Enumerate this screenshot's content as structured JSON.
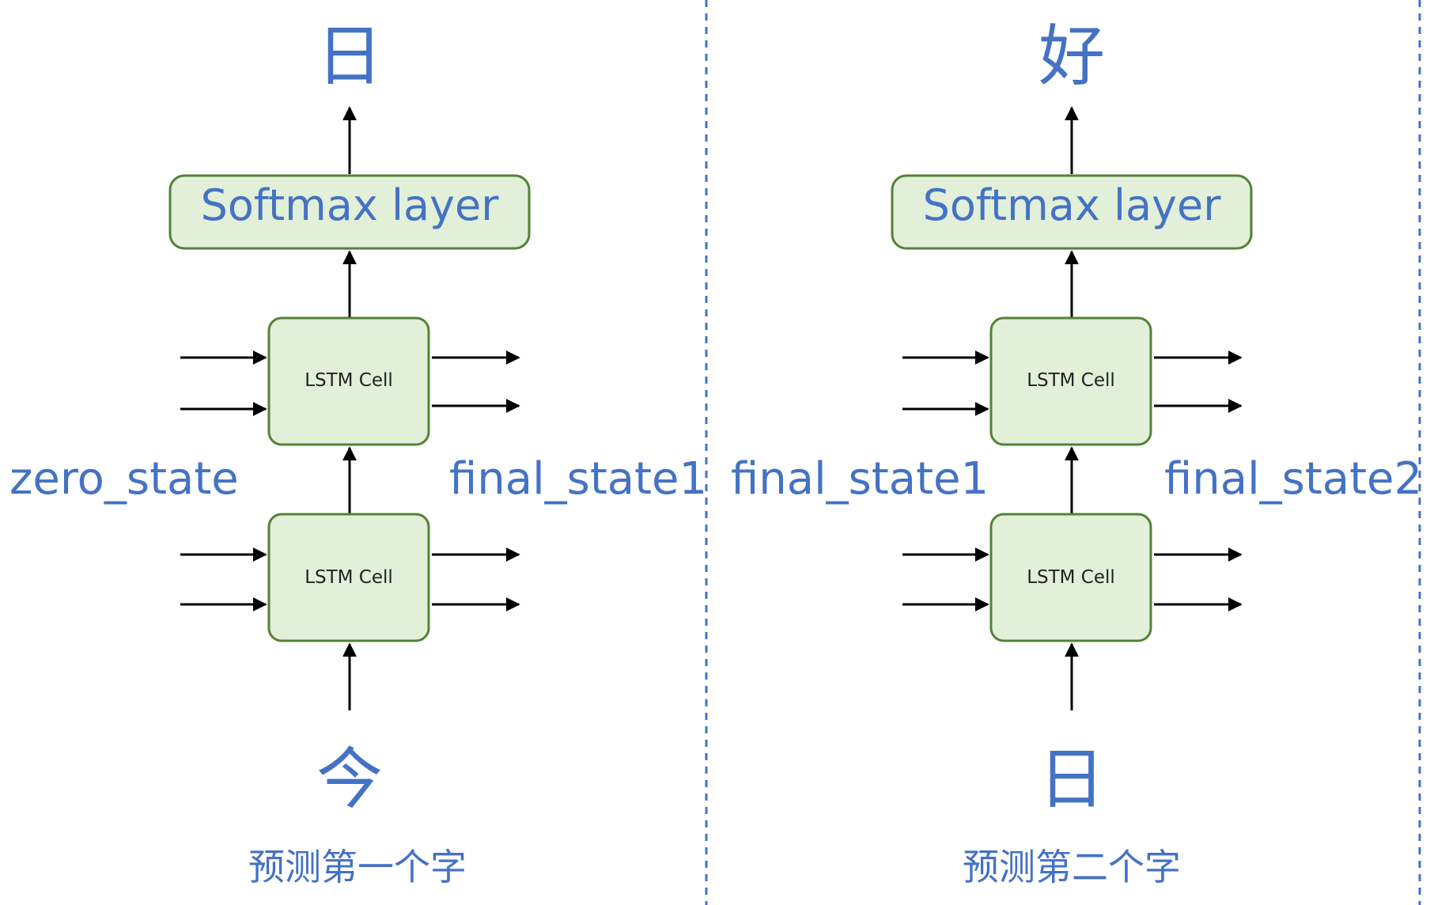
{
  "colors": {
    "text_blue": "#4472c4",
    "box_fill": "#e2efd9",
    "box_border": "#548235",
    "divider": "#4472c4"
  },
  "panels": [
    {
      "output_char": "日",
      "softmax_label": "Softmax layer",
      "cells": [
        "LSTM Cell",
        "LSTM Cell"
      ],
      "input_state_label": "zero_state",
      "output_state_label": "final_state1",
      "input_char": "今",
      "caption": "预测第一个字"
    },
    {
      "output_char": "好",
      "softmax_label": "Softmax layer",
      "cells": [
        "LSTM Cell",
        "LSTM Cell"
      ],
      "input_state_label": "final_state1",
      "output_state_label": "final_state2",
      "input_char": "日",
      "caption": "预测第二个字"
    }
  ]
}
